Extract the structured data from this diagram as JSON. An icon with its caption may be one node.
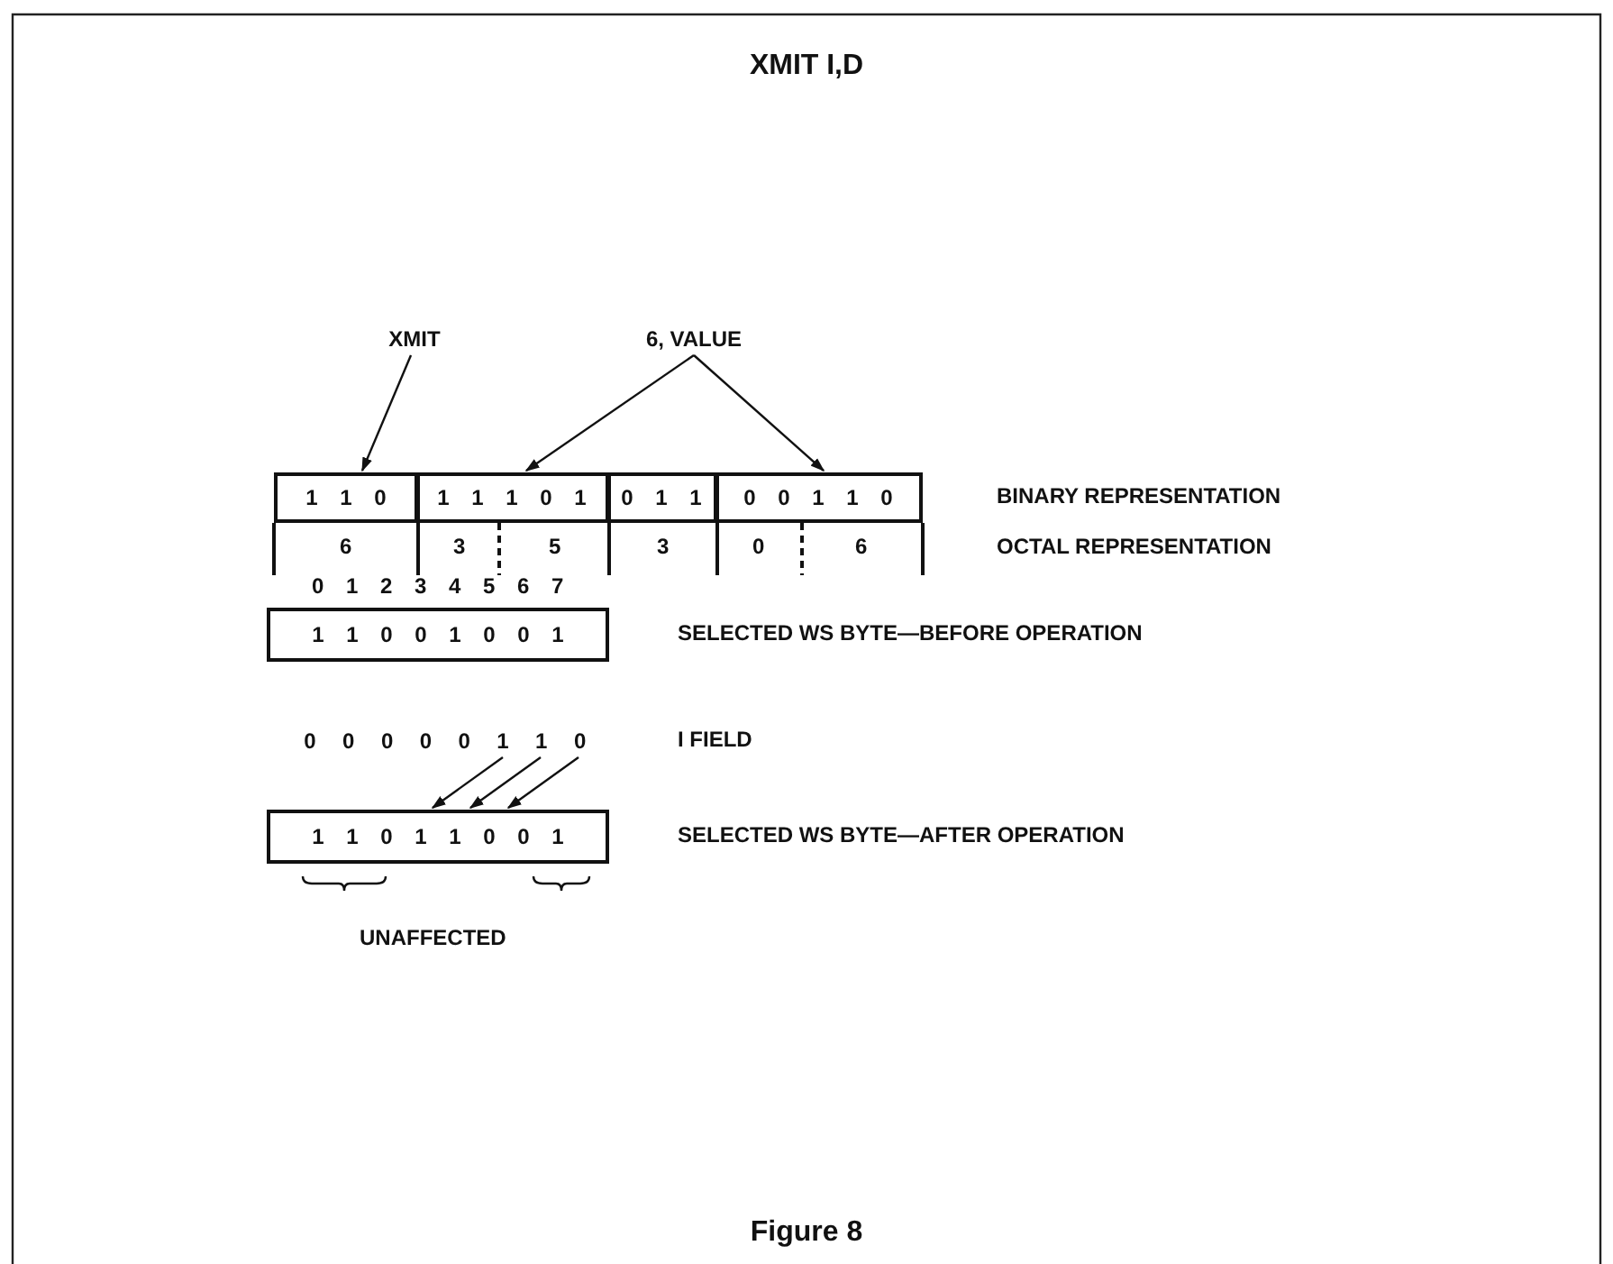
{
  "diagram": {
    "title": "XMIT I,D",
    "caption": "Figure 8",
    "nodes": [
      {
        "text": [
          "XMIT"
        ]
      },
      {
        "text": [
          "6, VALUE"
        ]
      },
      {
        "text": [
          "1 1 0"
        ]
      },
      {
        "text": [
          "1 1 1 0 1"
        ]
      },
      {
        "text": [
          "0 1 1"
        ]
      },
      {
        "text": [
          "0 0 1 1 0"
        ]
      },
      {
        "text": [
          "1 1 0 0 1 0 0 1"
        ]
      },
      {
        "text": [
          "0"
        ]
      },
      {
        "text": [
          "0"
        ]
      },
      {
        "text": [
          "0"
        ]
      },
      {
        "text": [
          "0"
        ]
      },
      {
        "text": [
          "0"
        ]
      },
      {
        "text": [
          "1"
        ]
      },
      {
        "text": [
          "1"
        ]
      },
      {
        "text": [
          "0"
        ]
      },
      {
        "text": [
          "1 1 0 1 1 0 0 1"
        ]
      }
    ],
    "edges": [
      {
        "from": 0,
        "to": 2,
        "arrow": "to"
      },
      {
        "from": 1,
        "to": 3,
        "arrow": "to"
      },
      {
        "from": 1,
        "to": 5,
        "arrow": "to"
      },
      {
        "from": 12,
        "to": 15,
        "arrow": "to"
      },
      {
        "from": 13,
        "to": 15,
        "arrow": "to"
      },
      {
        "from": 14,
        "to": 15,
        "arrow": "to"
      }
    ],
    "labels": [
      "BINARY REPRESENTATION",
      "6",
      "3",
      "5",
      "3",
      "0",
      "6",
      "OCTAL REPRESENTATION",
      "0 1 2 3 4 5 6 7",
      "SELECTED WS BYTE—BEFORE OPERATION",
      "I FIELD",
      "SELECTED WS BYTE—AFTER OPERATION",
      "UNAFFECTED"
    ]
  }
}
